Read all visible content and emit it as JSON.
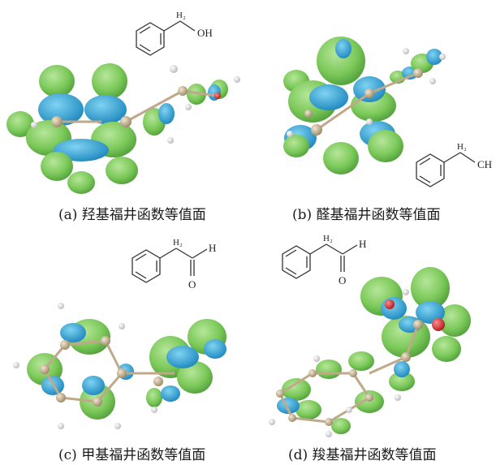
{
  "panels": [
    {
      "id": "a",
      "caption": "(a) 羟基福井函数等值面",
      "formula_labels": {
        "ch2": "H₂",
        "group": "OH"
      }
    },
    {
      "id": "b",
      "caption": "(b) 醛基福井函数等值面",
      "formula_labels": {
        "ch2": "H₂",
        "group": "CH"
      }
    },
    {
      "id": "c",
      "caption": "(c) 甲基福井函数等值面",
      "formula_labels": {
        "ch2": "H₂",
        "h": "H",
        "o": "O"
      }
    },
    {
      "id": "d",
      "caption": "(d) 羧基福井函数等值面",
      "formula_labels": {
        "ch2": "H₂",
        "h": "H",
        "o": "O"
      }
    }
  ],
  "colors": {
    "lobe_green": "#7cc95a",
    "lobe_green_dark": "#4f9d3a",
    "lobe_blue": "#2a9fd6",
    "atom_carbon": "#c9b594",
    "atom_hydrogen": "#f2f2f2",
    "atom_oxygen": "#e03030"
  }
}
